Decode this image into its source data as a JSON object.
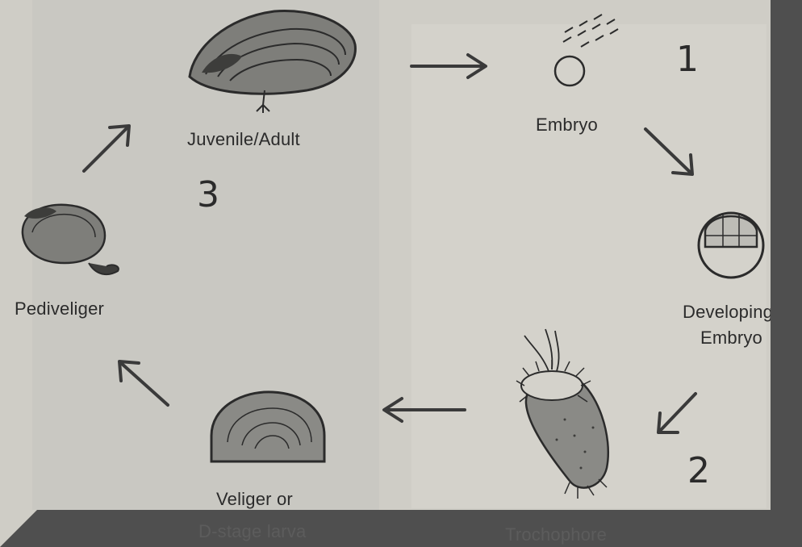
{
  "stages": {
    "juvenile_adult": "Juvenile/Adult",
    "embryo": "Embryo",
    "developing_embryo_line1": "Developing",
    "developing_embryo_line2": "Embryo",
    "trochophore": "Trochophore",
    "veliger_line1": "Veliger or",
    "veliger_line2": "D-stage larva",
    "pediveliger": "Pediveliger"
  },
  "step_numbers": {
    "one": "1",
    "two": "2",
    "three": "3"
  },
  "colors": {
    "background": "#cfcdc6",
    "shadow": "#4f4f4f",
    "ink": "#2b2b2b",
    "shell_fill": "#7e7e7a",
    "larva_fill": "#8a8a86"
  }
}
